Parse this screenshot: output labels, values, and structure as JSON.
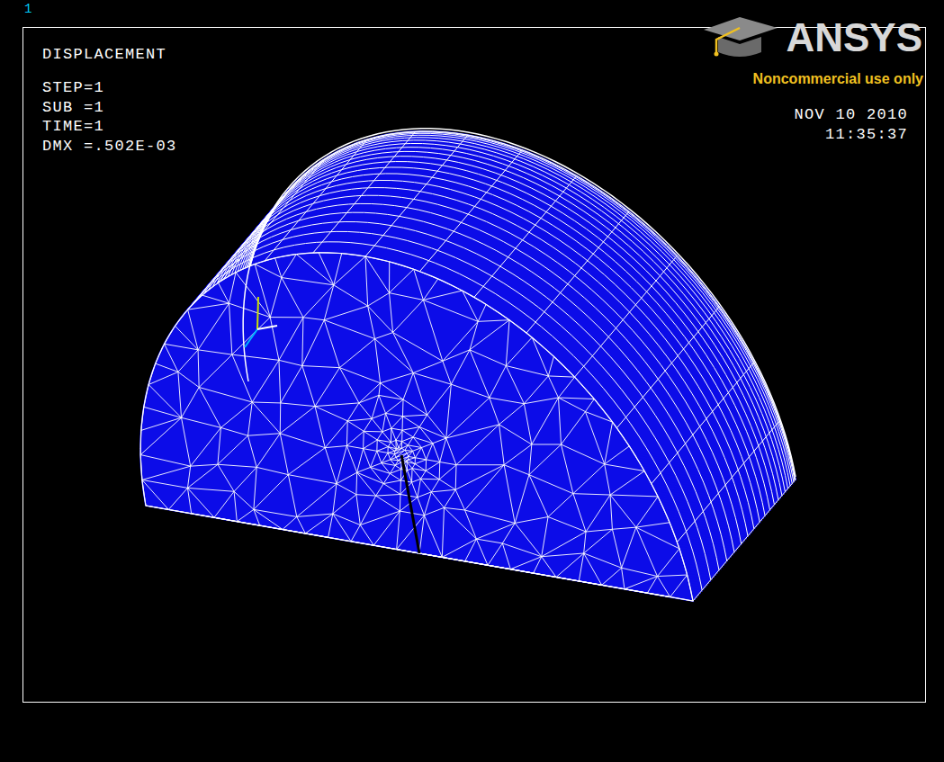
{
  "diagram": {
    "labels": [
      "1",
      "DISPLACEMENT",
      "STEP=1",
      "SUB =1",
      "TIME=1",
      "DMX =.502E-03",
      "ANSYS",
      "Noncommercial use only",
      "NOV 10 2010",
      "11:35:37"
    ]
  }
}
